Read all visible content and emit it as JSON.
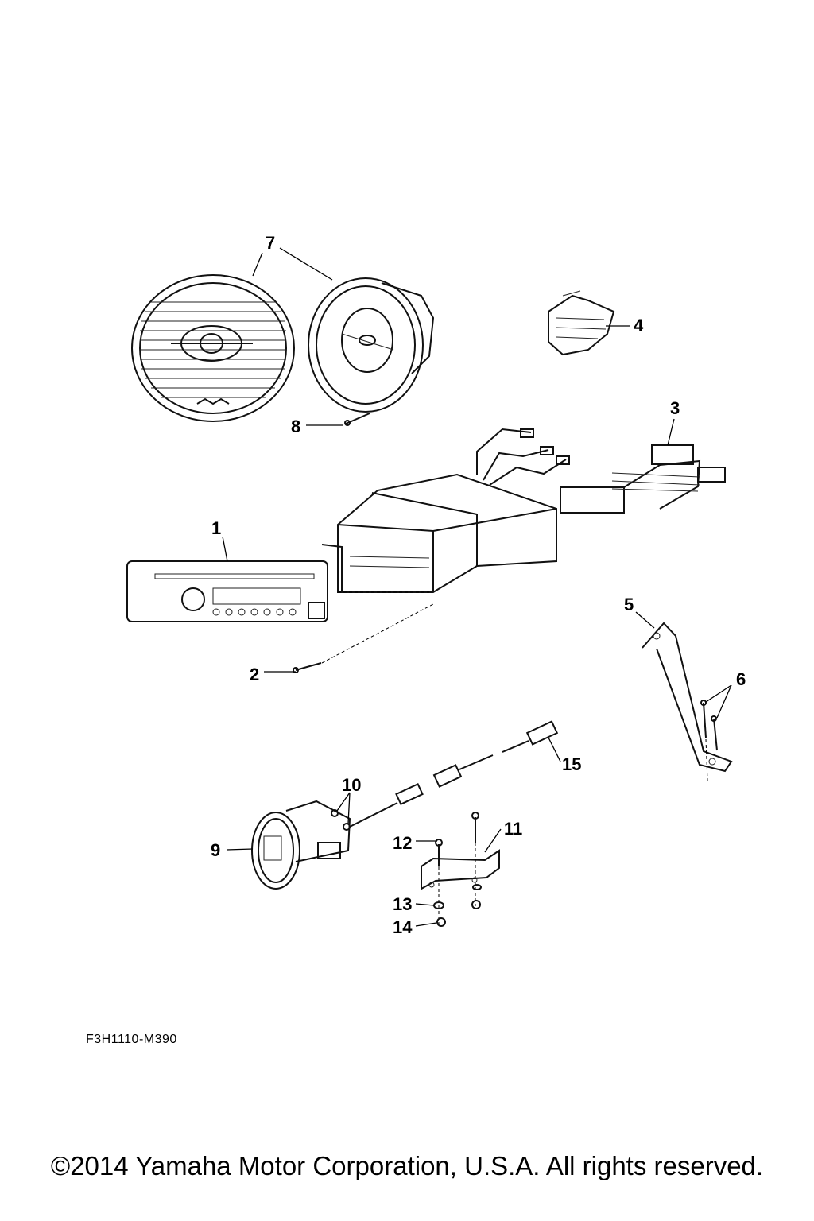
{
  "diagram": {
    "callouts": [
      {
        "id": "1",
        "label": "1"
      },
      {
        "id": "2",
        "label": "2"
      },
      {
        "id": "3",
        "label": "3"
      },
      {
        "id": "4",
        "label": "4"
      },
      {
        "id": "5",
        "label": "5"
      },
      {
        "id": "6",
        "label": "6"
      },
      {
        "id": "7",
        "label": "7"
      },
      {
        "id": "8",
        "label": "8"
      },
      {
        "id": "9",
        "label": "9"
      },
      {
        "id": "10",
        "label": "10"
      },
      {
        "id": "11",
        "label": "11"
      },
      {
        "id": "12",
        "label": "12"
      },
      {
        "id": "13",
        "label": "13"
      },
      {
        "id": "14",
        "label": "14"
      },
      {
        "id": "15",
        "label": "15"
      }
    ],
    "drawing_code": "F3H1110-M390",
    "copyright": "©2014 Yamaha Motor Corporation, U.S.A. All rights reserved."
  }
}
